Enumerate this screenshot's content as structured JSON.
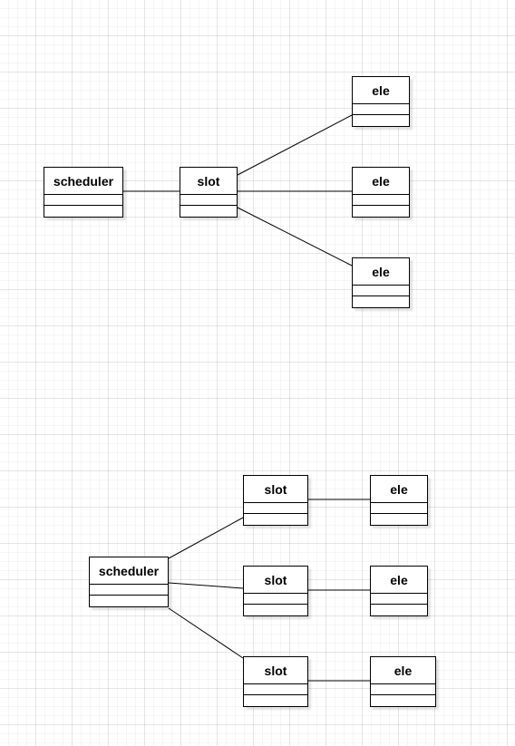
{
  "diagram": {
    "top": {
      "scheduler": {
        "name": "scheduler"
      },
      "slot": {
        "name": "slot"
      },
      "eles": [
        {
          "name": "ele"
        },
        {
          "name": "ele"
        },
        {
          "name": "ele"
        }
      ]
    },
    "bottom": {
      "scheduler": {
        "name": "scheduler"
      },
      "slots": [
        {
          "name": "slot"
        },
        {
          "name": "slot"
        },
        {
          "name": "slot"
        }
      ],
      "eles": [
        {
          "name": "ele"
        },
        {
          "name": "ele"
        },
        {
          "name": "ele"
        }
      ]
    }
  },
  "colors": {
    "stroke": "#000000",
    "fill": "#ffffff",
    "grid": "#e6e6e6"
  }
}
